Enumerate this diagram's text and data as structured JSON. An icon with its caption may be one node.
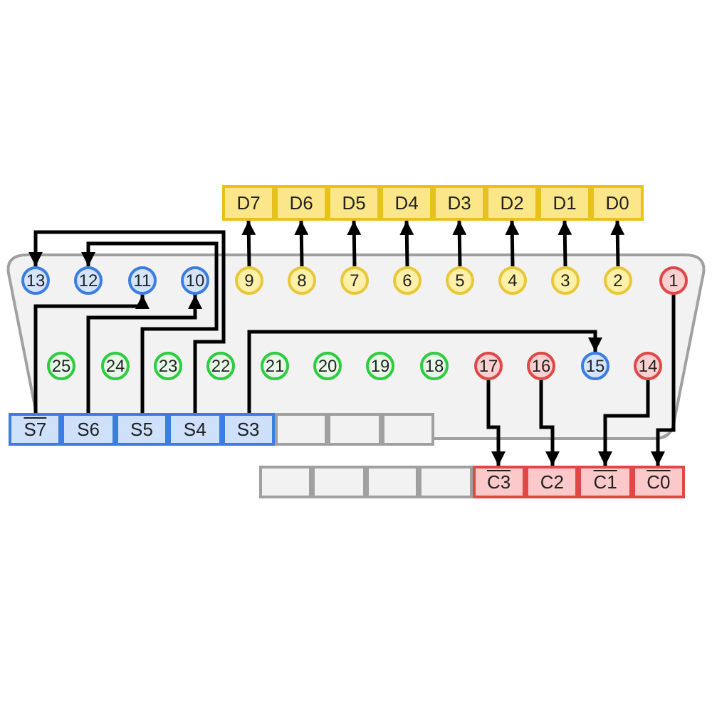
{
  "diagram": {
    "nodes": [
      {
        "text": [
          "D7"
        ]
      },
      {
        "text": [
          "D6"
        ]
      },
      {
        "text": [
          "D5"
        ]
      },
      {
        "text": [
          "D4"
        ]
      },
      {
        "text": [
          "D3"
        ]
      },
      {
        "text": [
          "D2"
        ]
      },
      {
        "text": [
          "D1"
        ]
      },
      {
        "text": [
          "D0"
        ]
      },
      {
        "text": [],
        "shape": "box"
      },
      {
        "text": [
          "13"
        ],
        "in": 8
      },
      {
        "text": [
          "12"
        ],
        "in": 8
      },
      {
        "text": [
          "11"
        ],
        "in": 8
      },
      {
        "text": [
          "10"
        ],
        "in": 8
      },
      {
        "text": [
          "9"
        ],
        "in": 8
      },
      {
        "text": [
          "8"
        ],
        "in": 8
      },
      {
        "text": [
          "7"
        ],
        "in": 8
      },
      {
        "text": [
          "6"
        ],
        "in": 8
      },
      {
        "text": [
          "5"
        ],
        "in": 8
      },
      {
        "text": [
          "4"
        ],
        "in": 8
      },
      {
        "text": [
          "3"
        ],
        "in": 8
      },
      {
        "text": [
          "2"
        ],
        "in": 8
      },
      {
        "text": [
          "1"
        ],
        "in": 8
      },
      {
        "text": [
          "25"
        ],
        "in": 8
      },
      {
        "text": [
          "24"
        ],
        "in": 8
      },
      {
        "text": [
          "23"
        ],
        "in": 8
      },
      {
        "text": [
          "22"
        ],
        "in": 8
      },
      {
        "text": [
          "21"
        ],
        "in": 8
      },
      {
        "text": [
          "20"
        ],
        "in": 8
      },
      {
        "text": [
          "19"
        ],
        "in": 8
      },
      {
        "text": [
          "18"
        ],
        "in": 8
      },
      {
        "text": [
          "17"
        ],
        "in": 8
      },
      {
        "text": [
          "16"
        ],
        "in": 8
      },
      {
        "text": [
          "15"
        ],
        "in": 8
      },
      {
        "text": [
          "14"
        ],
        "in": 8
      },
      {
        "text": [
          "S7"
        ]
      },
      {
        "text": [
          "S6"
        ]
      },
      {
        "text": [
          "S5"
        ]
      },
      {
        "text": [
          "S4"
        ]
      },
      {
        "text": [
          "S3"
        ]
      },
      {
        "text": [],
        "shape": "box"
      },
      {
        "text": [],
        "shape": "box"
      },
      {
        "text": [],
        "shape": "box"
      },
      {
        "text": [],
        "shape": "box"
      },
      {
        "text": [],
        "shape": "box"
      },
      {
        "text": [],
        "shape": "box"
      },
      {
        "text": [],
        "shape": "box"
      },
      {
        "text": [
          "C3"
        ]
      },
      {
        "text": [
          "C2"
        ]
      },
      {
        "text": [
          "C1"
        ]
      },
      {
        "text": [
          "C0"
        ]
      }
    ],
    "edges": [
      {
        "from": 13,
        "to": 0,
        "arrow": "to"
      },
      {
        "from": 14,
        "to": 1,
        "arrow": "to"
      },
      {
        "from": 15,
        "to": 2,
        "arrow": "to"
      },
      {
        "from": 16,
        "to": 3,
        "arrow": "to"
      },
      {
        "from": 17,
        "to": 4,
        "arrow": "to"
      },
      {
        "from": 18,
        "to": 5,
        "arrow": "to"
      },
      {
        "from": 19,
        "to": 6,
        "arrow": "to"
      },
      {
        "from": 20,
        "to": 7,
        "arrow": "to"
      },
      {
        "from": 34,
        "to": 11,
        "arrow": "to"
      },
      {
        "from": 35,
        "to": 12,
        "arrow": "to"
      },
      {
        "from": 36,
        "to": 10,
        "arrow": "to"
      },
      {
        "from": 37,
        "to": 9,
        "arrow": "to"
      },
      {
        "from": 38,
        "to": 32,
        "arrow": "to"
      },
      {
        "from": 30,
        "to": 46,
        "arrow": "to"
      },
      {
        "from": 31,
        "to": 47,
        "arrow": "to"
      },
      {
        "from": 33,
        "to": 48,
        "arrow": "to"
      },
      {
        "from": 21,
        "to": 49,
        "arrow": "to"
      }
    ]
  }
}
